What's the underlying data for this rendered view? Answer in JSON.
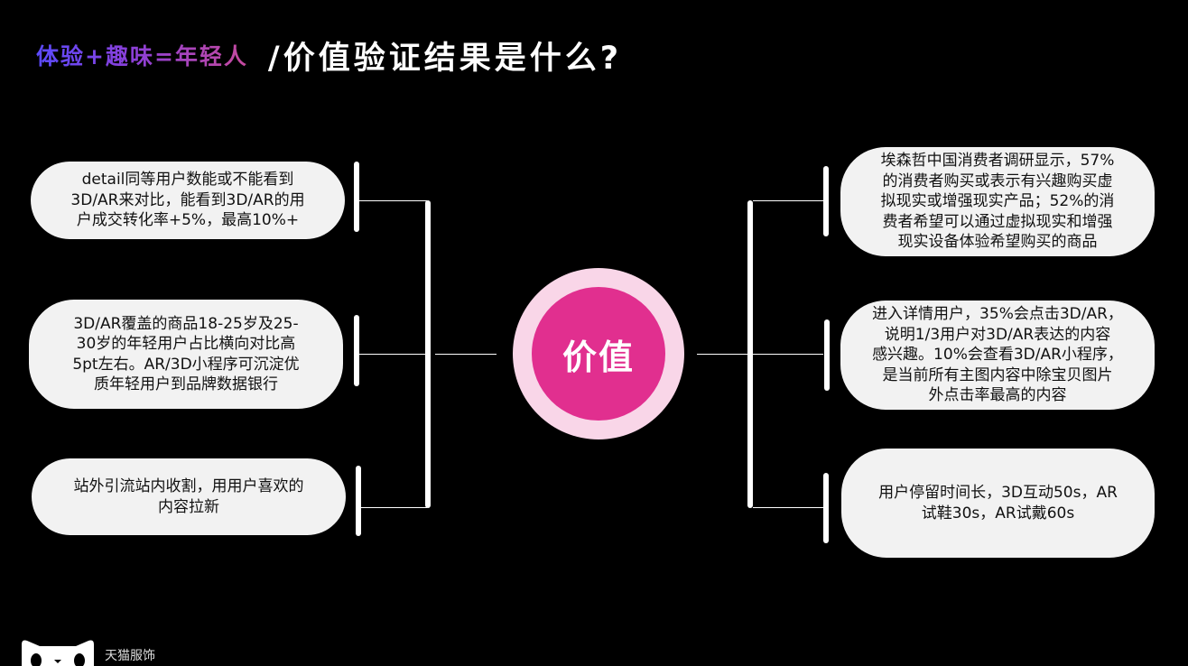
{
  "title": {
    "tag": "体验+趣味=年轻人",
    "main": "/价值验证结果是什么?"
  },
  "center": {
    "label": "价值"
  },
  "left_items": [
    {
      "lines": [
        "detail同等用户数能或不能看到",
        "3D/AR来对比，能看到3D/AR的用",
        "户成交转化率+5%，最高10%+"
      ]
    },
    {
      "lines": [
        "3D/AR覆盖的商品18-25岁及25-",
        "30岁的年轻用户占比横向对比高",
        "5pt左右。AR/3D小程序可沉淀优",
        "质年轻用户到品牌数据银行"
      ]
    },
    {
      "lines": [
        "站外引流站内收割，用用户喜欢的",
        "内容拉新"
      ]
    }
  ],
  "right_items": [
    {
      "lines": [
        "埃森哲中国消费者调研显示，57%",
        "的消费者购买或表示有兴趣购买虚",
        "拟现实或增强现实产品；52%的消",
        "费者希望可以通过虚拟现实和增强",
        "现实设备体验希望购买的商品"
      ]
    },
    {
      "lines": [
        "进入详情用户，35%会点击3D/AR，",
        "说明1/3用户对3D/AR表达的内容",
        "感兴趣。10%会查看3D/AR小程序，",
        "是当前所有主图内容中除宝贝图片",
        "外点击率最高的内容"
      ]
    },
    {
      "lines": [
        "用户停留时间长，3D互动50s，AR",
        "试鞋30s，AR试戴60s"
      ]
    }
  ],
  "footer": {
    "logo_icon": "tmall-cat-icon",
    "brand": "天猫服饰"
  }
}
